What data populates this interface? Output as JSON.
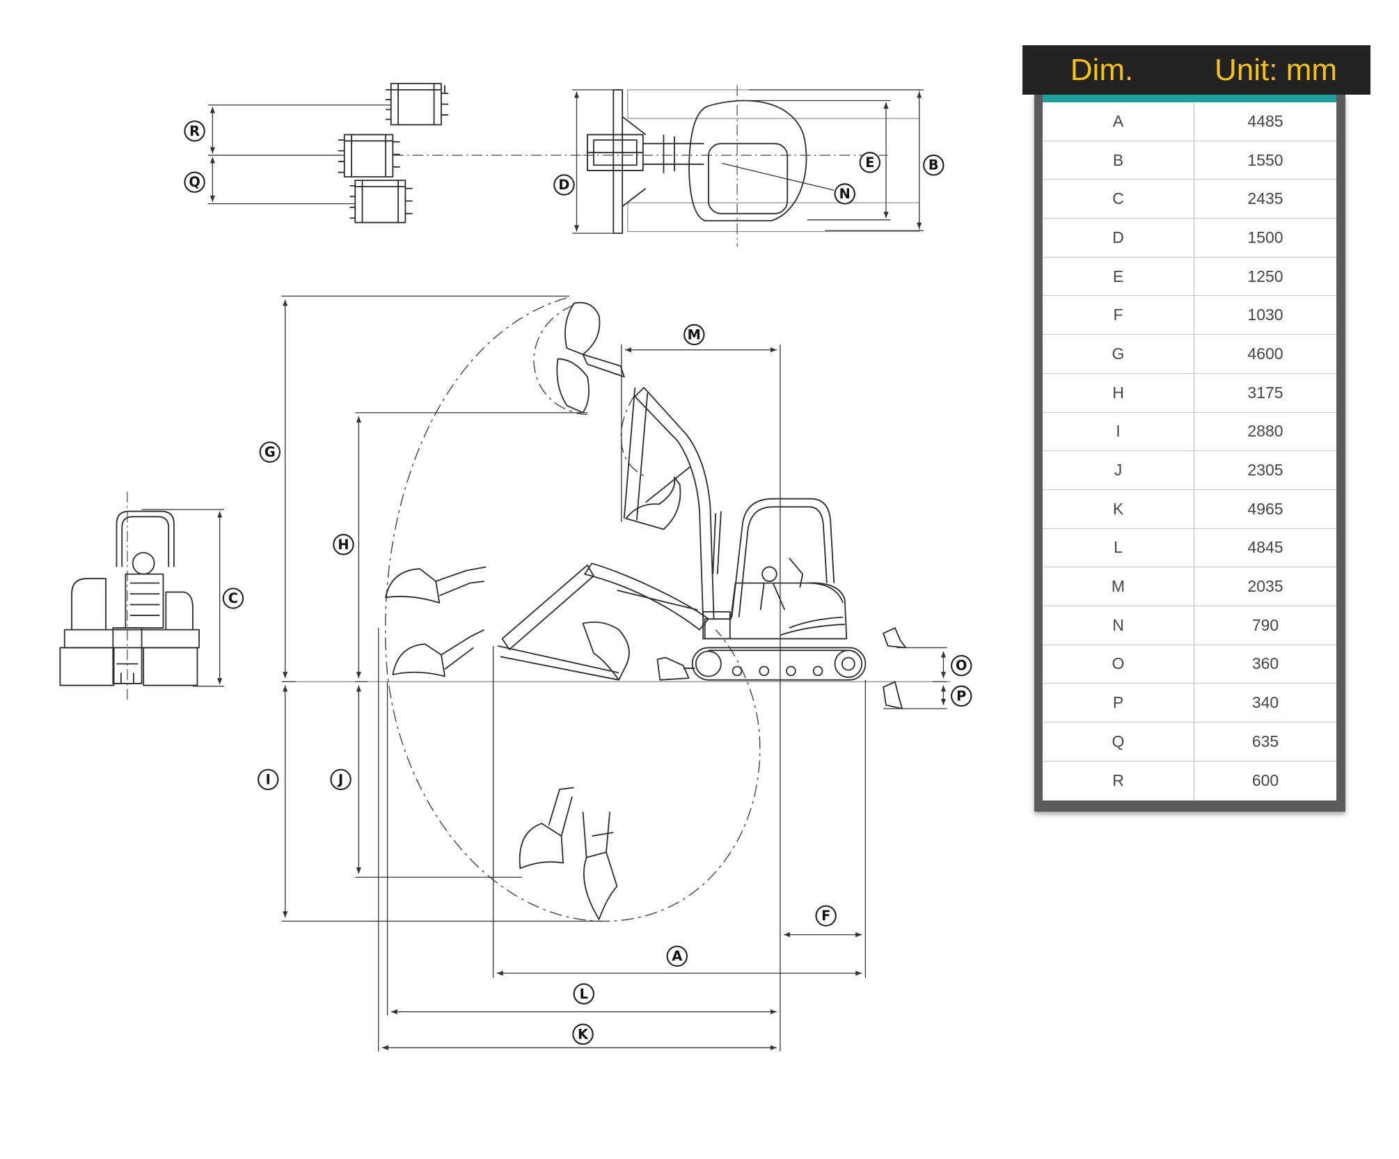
{
  "table": {
    "header": {
      "dim": "Dim.",
      "unit": "Unit: mm"
    },
    "rows": [
      {
        "dim": "A",
        "value": "4485"
      },
      {
        "dim": "B",
        "value": "1550"
      },
      {
        "dim": "C",
        "value": "2435"
      },
      {
        "dim": "D",
        "value": "1500"
      },
      {
        "dim": "E",
        "value": "1250"
      },
      {
        "dim": "F",
        "value": "1030"
      },
      {
        "dim": "G",
        "value": "4600"
      },
      {
        "dim": "H",
        "value": "3175"
      },
      {
        "dim": "I",
        "value": "2880"
      },
      {
        "dim": "J",
        "value": "2305"
      },
      {
        "dim": "K",
        "value": "4965"
      },
      {
        "dim": "L",
        "value": "4845"
      },
      {
        "dim": "M",
        "value": "2035"
      },
      {
        "dim": "N",
        "value": "790"
      },
      {
        "dim": "O",
        "value": "360"
      },
      {
        "dim": "P",
        "value": "340"
      },
      {
        "dim": "Q",
        "value": "635"
      },
      {
        "dim": "R",
        "value": "600"
      }
    ]
  },
  "diagram": {
    "labels": {
      "A": "A",
      "B": "B",
      "C": "C",
      "D": "D",
      "E": "E",
      "F": "F",
      "G": "G",
      "H": "H",
      "I": "I",
      "J": "J",
      "K": "K",
      "L": "L",
      "M": "M",
      "N": "N",
      "O": "O",
      "P": "P",
      "Q": "Q",
      "R": "R"
    }
  },
  "colors": {
    "header_bg": "#222222",
    "header_text": "#f5c215",
    "accent_strip": "#1f9e9b",
    "frame": "#5b5b5b"
  }
}
